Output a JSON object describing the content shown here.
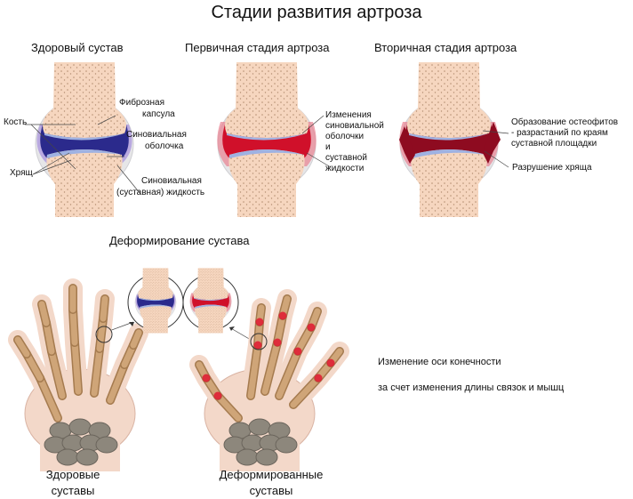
{
  "title": "Стадии развития артроза",
  "stages": [
    {
      "heading": "Здоровый сустав",
      "labels": [
        "Фиброзная капсула",
        "Кость",
        "Синовиальная оболочка",
        "Хрящ",
        "Синовиальная (суставная) жидкость"
      ]
    },
    {
      "heading": "Первичная стадия артроза",
      "labels": [
        "Изменения синовиальной оболочки и суставной жидкости"
      ]
    },
    {
      "heading": "Вторичная стадия артроза",
      "labels": [
        "Образование остеофитов - разрастаний по краям суставной площадки",
        "Разрушение хряща"
      ]
    }
  ],
  "label_lines": {
    "fibrous1": "Фиброзная",
    "fibrous2": "капсула",
    "bone": "Кость",
    "synmem1": "Синовиальная",
    "synmem2": "оболочка",
    "cartilage": "Хрящ",
    "fluid1": "Синовиальная",
    "fluid2": "(суставная) жидкость",
    "prim1": "Изменения",
    "prim2": "синовиальной",
    "prim3": "оболочки",
    "prim4": "и",
    "prim5": "суставной",
    "prim6": "жидкости",
    "sec1": "Образование остеофитов",
    "sec2": "- разрастаний по краям",
    "sec3": "суставной площадки",
    "sec4": "Разрушение хряща"
  },
  "deformation": {
    "heading": "Деформирование сустава",
    "healthy_caption": [
      "Здоровые",
      "суставы"
    ],
    "deformed_caption": [
      "Деформированные",
      "суставы"
    ],
    "notes": [
      "Изменение оси конечности",
      "за счет изменения длины связок и мышц"
    ]
  },
  "colors": {
    "healthy_synovial": "#2b2a8c",
    "primary_red": "#d0102a",
    "secondary_red": "#8e0b20",
    "cartilage": "#9fb2e2",
    "bone": "#f6d6bf"
  }
}
